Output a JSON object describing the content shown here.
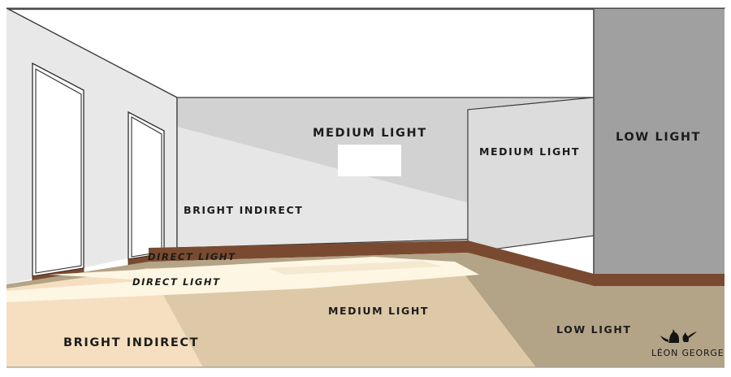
{
  "illustration": {
    "title": "Room light levels diagram",
    "brand": {
      "name": "LÉON GEORGE",
      "mark": "cat-and-bird-icon"
    },
    "labels": {
      "back_wall_medium": "MEDIUM LIGHT",
      "back_wall_bright_indirect": "BRIGHT INDIRECT",
      "right_wall_medium": "MEDIUM LIGHT",
      "far_right_wall_low": "LOW LIGHT",
      "floor_direct_upper": "DIRECT LIGHT",
      "floor_direct_lower": "DIRECT LIGHT",
      "floor_bright_indirect": "BRIGHT INDIRECT",
      "floor_medium": "MEDIUM LIGHT",
      "floor_low": "LOW LIGHT"
    },
    "colors": {
      "ceiling": "#ffffff",
      "left_wall": "#e8e8e8",
      "back_wall_upper": "#d2d2d2",
      "back_wall_lit": "#e4e4e4",
      "right_wall": "#dcdcdc",
      "far_right_wall": "#a0a0a0",
      "baseboard": "#7a4a30",
      "floor_direct": "#fdf6e3",
      "floor_bright_indirect": "#f5dfc0",
      "floor_medium": "#ddc9a7",
      "floor_low": "#b3a387",
      "window_glass": "#ffffff",
      "outline": "#2e2e2e",
      "text": "#1c1c1c"
    }
  }
}
